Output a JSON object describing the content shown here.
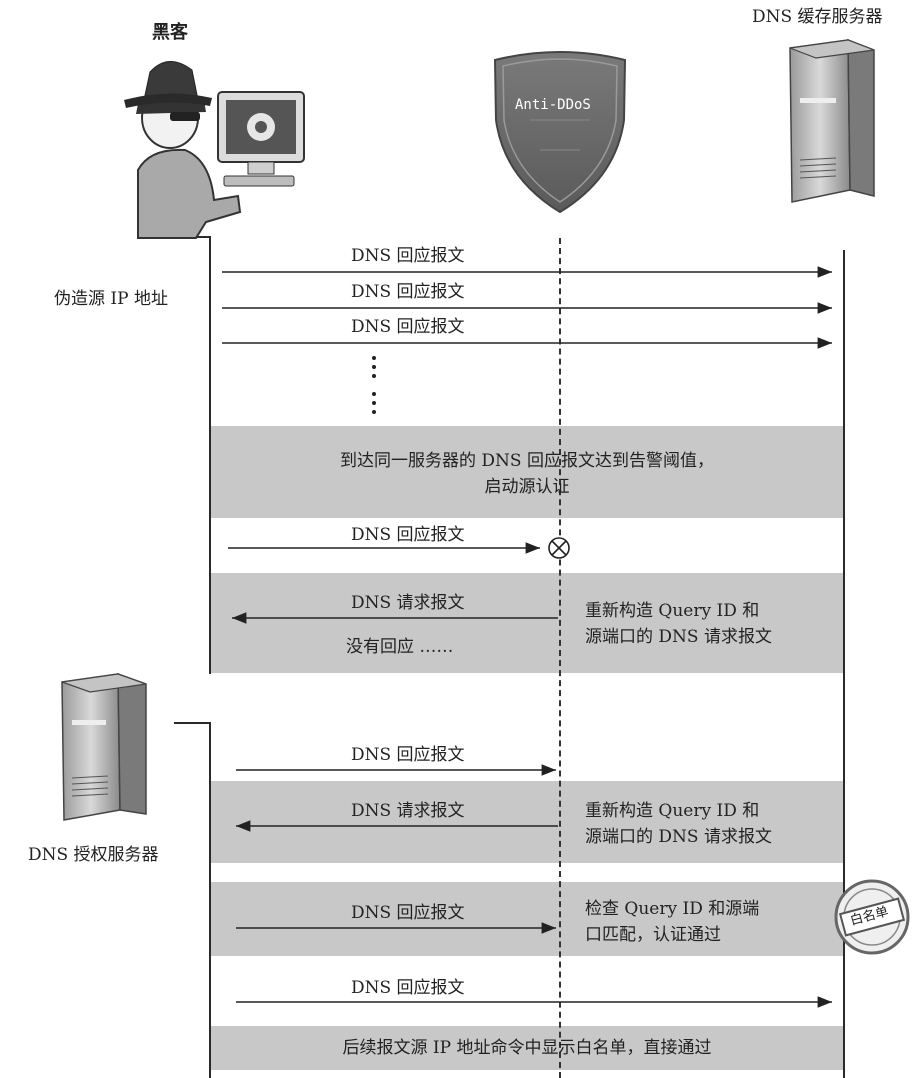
{
  "actors": {
    "hacker": "黑客",
    "cache_server": "DNS 缓存服务器",
    "auth_server": "DNS 授权服务器",
    "shield": "Anti-DDoS",
    "spoof_label": "伪造源 IP 地址"
  },
  "messages": {
    "m1": "DNS 回应报文",
    "m2": "DNS 回应报文",
    "m3": "DNS 回应报文",
    "m4": "DNS 回应报文",
    "m5": "DNS 请求报文",
    "m6": "DNS 回应报文",
    "m7": "DNS 请求报文",
    "m8": "DNS 回应报文",
    "m9": "DNS 回应报文"
  },
  "notes": {
    "threshold_line1": "到达同一服务器的 DNS 回应报文达到告警阈值，",
    "threshold_line2": "启动源认证",
    "no_reply": "没有回应 ……",
    "reconstruct1_line1": "重新构造 Query ID 和",
    "reconstruct1_line2": "源端口的 DNS 请求报文",
    "reconstruct2_line1": "重新构造 Query ID 和",
    "reconstruct2_line2": "源端口的 DNS 请求报文",
    "check_line1": "检查 Query ID 和源端",
    "check_line2": "口匹配，认证通过",
    "whitelist_stamp": "白名单",
    "footer": "后续报文源 IP 地址命令中显示白名单，直接通过"
  }
}
